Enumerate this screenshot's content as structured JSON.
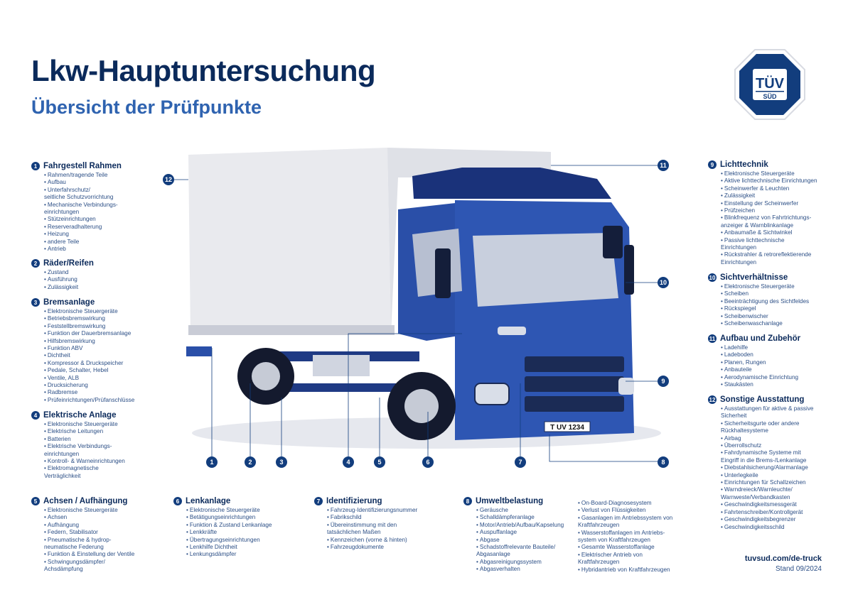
{
  "title": "Lkw-Hauptuntersuchung",
  "subtitle": "Übersicht der Prüfpunkte",
  "logo": {
    "line1": "TÜV",
    "line2": "SÜD",
    "color": "#123d7d"
  },
  "colors": {
    "navy": "#0b2a5b",
    "accent": "#2f63b0",
    "truck_blue": "#2a4fa8",
    "truck_dark": "#1a327a",
    "box_grey": "#e9eaee"
  },
  "callouts": [
    "1",
    "2",
    "3",
    "4",
    "5",
    "6",
    "7",
    "8",
    "9",
    "10",
    "11",
    "12"
  ],
  "sections": {
    "s1": {
      "num": "1",
      "title": "Fahrgestell Rahmen",
      "items": [
        "Rahmen/tragende Teile",
        "Aufbau",
        "Unterfahrschutz/\nseitliche Schutzvorrichtung",
        "Mechanische Verbindungs-\neinrichtungen",
        "Stützeinrichtungen",
        "Reserveradhalterung",
        "Heizung",
        "andere Teile",
        "Antrieb"
      ]
    },
    "s2": {
      "num": "2",
      "title": "Räder/Reifen",
      "items": [
        "Zustand",
        "Ausführung",
        "Zulässigkeit"
      ]
    },
    "s3": {
      "num": "3",
      "title": "Bremsanlage",
      "items": [
        "Elektronische Steuergeräte",
        "Betriebsbremswirkung",
        "Feststellbremswirkung",
        "Funktion der Dauerbremsanlage",
        "Hilfsbremswirkung",
        "Funktion ABV",
        "Dichtheit",
        "Kompressor & Druckspeicher",
        "Pedale, Schalter, Hebel",
        "Ventile, ALB",
        "Drucksicherung",
        "Radbremse",
        "Prüfeinrichtungen/Prüfanschlüsse"
      ]
    },
    "s4": {
      "num": "4",
      "title": "Elektrische Anlage",
      "items": [
        "Elektronische Steuergeräte",
        "Elektrische Leitungen",
        "Batterien",
        "Elektrische Verbindungs-\neinrichtungen",
        "Kontroll- & Warneinrichtungen",
        "Elektromagnetische\nVerträglichkeit"
      ]
    },
    "s5": {
      "num": "5",
      "title": "Achsen / Aufhängung",
      "items": [
        "Elektronische Steuergeräte",
        "Achsen",
        "Aufhängung",
        "Federn, Stabilisator",
        "Pneumatische & hydrop-\nneumatische Federung",
        "Funktion & Einstellung der Ventile",
        "Schwingungsdämpfer/\nAchsdämpfung"
      ]
    },
    "s6": {
      "num": "6",
      "title": "Lenkanlage",
      "items": [
        "Elektronische Steuergeräte",
        "Betätigungseinrichtungen",
        "Funktion & Zustand Lenkanlage",
        "Lenkkräfte",
        "Übertragungseinrichtungen",
        "Lenkhilfe Dichtheit",
        "Lenkungsdämpfer"
      ]
    },
    "s7": {
      "num": "7",
      "title": "Identifizierung",
      "items": [
        "Fahrzeug-Identifizierungsnummer",
        "Fabrikschild",
        "Übereinstimmung mit den\ntatsächlichen Maßen",
        "Kennzeichen (vorne & hinten)",
        "Fahrzeugdokumente"
      ]
    },
    "s8": {
      "num": "8",
      "title": "Umweltbelastung",
      "items": [
        "Geräusche",
        "Schalldämpferanlage",
        "Motor/Antrieb/Aufbau/Kapselung",
        "Auspuffanlage",
        "Abgase",
        "Schadstoffrelevante Bauteile/\nAbgasanlage",
        "Abgasreinigungssystem",
        "Abgasverhalten"
      ],
      "items_col2": [
        "On-Board-Diagnosesystem",
        "Verlust von Flüssigkeiten",
        "Gasanlagen im Antriebssystem von\nKraftfahrzeugen",
        "Wasserstoffanlagen im Antriebs-\nsystem von Kraftfahrzeugen",
        "Gesamte Wasserstoffanlage",
        "Elektrischer Antrieb von\nKraftfahrzeugen",
        "Hybridantrieb von Kraftfahrzeugen"
      ]
    },
    "s9": {
      "num": "9",
      "title": "Lichttechnik",
      "items": [
        "Elektronische Steuergeräte",
        "Aktive lichttechnische Einrichtungen",
        "Scheinwerfer & Leuchten",
        "Zulässigkeit",
        "Einstellung der Scheinwerfer",
        "Prüfzeichen",
        "Blinkfrequenz von Fahrtrichtungs-\nanzeiger & Warnblinkanlage",
        "Anbaumaße & Sichtwinkel",
        "Passive lichttechnische\nEinrichtungen",
        "Rückstrahler & retroreflektierende\nEinrichtungen"
      ]
    },
    "s10": {
      "num": "10",
      "title": "Sichtverhältnisse",
      "items": [
        "Elektronische Steuergeräte",
        "Scheiben",
        "Beeinträchtigung des Sichtfeldes",
        "Rückspiegel",
        "Scheibenwischer",
        "Scheibenwaschanlage"
      ]
    },
    "s11": {
      "num": "11",
      "title": "Aufbau und Zubehör",
      "items": [
        "Ladehilfe",
        "Ladeboden",
        "Planen, Rungen",
        "Anbauteile",
        "Aerodynamische Einrichtung",
        "Staukästen"
      ]
    },
    "s12": {
      "num": "12",
      "title": "Sonstige Ausstattung",
      "items": [
        "Ausstattungen für aktive & passive\nSicherheit",
        "Sicherheitsgurte oder andere\nRückhaltesysteme",
        "Airbag",
        "Überrollschutz",
        "Fahrdynamische Systeme mit\nEingriff in die Brems-/Lenkanlage",
        "Diebstahlsicherung/Alarmanlage",
        "Unterlegkeile",
        "Einrichtungen für Schallzeichen",
        "Warndreieck/Warnleuchte/\nWarnweste/Verbandkasten",
        "Geschwindigkeitsmessgerät",
        "Fahrtenschreiber/Kontrollgerät",
        "Geschwindigkeitsbegrenzer",
        "Geschwindigkeitsschild"
      ]
    }
  },
  "plate": "T UV 1234",
  "footer": {
    "url": "tuvsud.com/de-truck",
    "stand": "Stand 09/2024"
  }
}
